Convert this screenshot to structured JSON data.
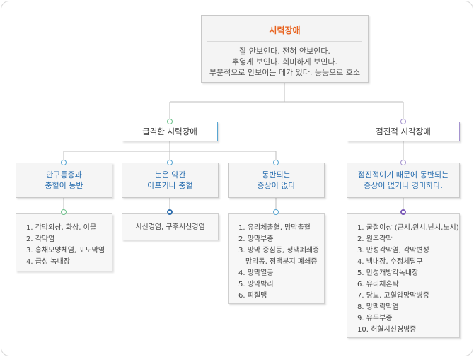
{
  "top": {
    "title": "시력장애",
    "lines": [
      "잘 안보인다. 전혀 안보인다.",
      "뿌옇게 보인다. 희미하게 보인다.",
      "부분적으로 안보이는 데가 있다. 등등으로 호소"
    ]
  },
  "left_category": "급격한 시력장애",
  "right_category": "점진적 시각장애",
  "subs": [
    "안구통증과\n충혈이 동반",
    "눈은 약간\n아프거나 충혈",
    "동반되는\n증상이 없다",
    "점진적이기 때문에 동반되는\n증상이 없거나 경미하다."
  ],
  "lists": {
    "list1": [
      "1. 각막외상, 화상, 이물",
      "2. 각막염",
      "3. 홍채모양체염, 포도막염",
      "4. 급성 녹내장"
    ],
    "list2_text": "시신경염, 구후시신경염",
    "list3": [
      "1. 유리체출혈, 망막출혈",
      "2. 망막부종",
      "3. 망막 중심동, 정맥폐쇄증",
      "   망막동, 정맥분지 폐쇄증",
      "4. 망막열공",
      "5. 망막박리",
      "6. 피질맹"
    ],
    "list4": [
      "1. 굴절이상 (근시,원시,난시,노시)",
      "2. 원추각막",
      "3. 만성각막염, 각막변성",
      "4. 백내장, 수정체탈구",
      "5. 만성개방각녹내장",
      "6. 유리체혼탁",
      "7. 당뇨, 고혈압망막병증",
      "8. 망맥락막염",
      "9. 유두부종",
      "10. 허혈시신경병증"
    ]
  },
  "colors": {
    "title_orange": "#e8611c",
    "sub_text_blue": "#2a6fb0",
    "green_accent": "#6cc08a",
    "blue_accent": "#58a6d2",
    "purple_accent": "#a594cf"
  }
}
